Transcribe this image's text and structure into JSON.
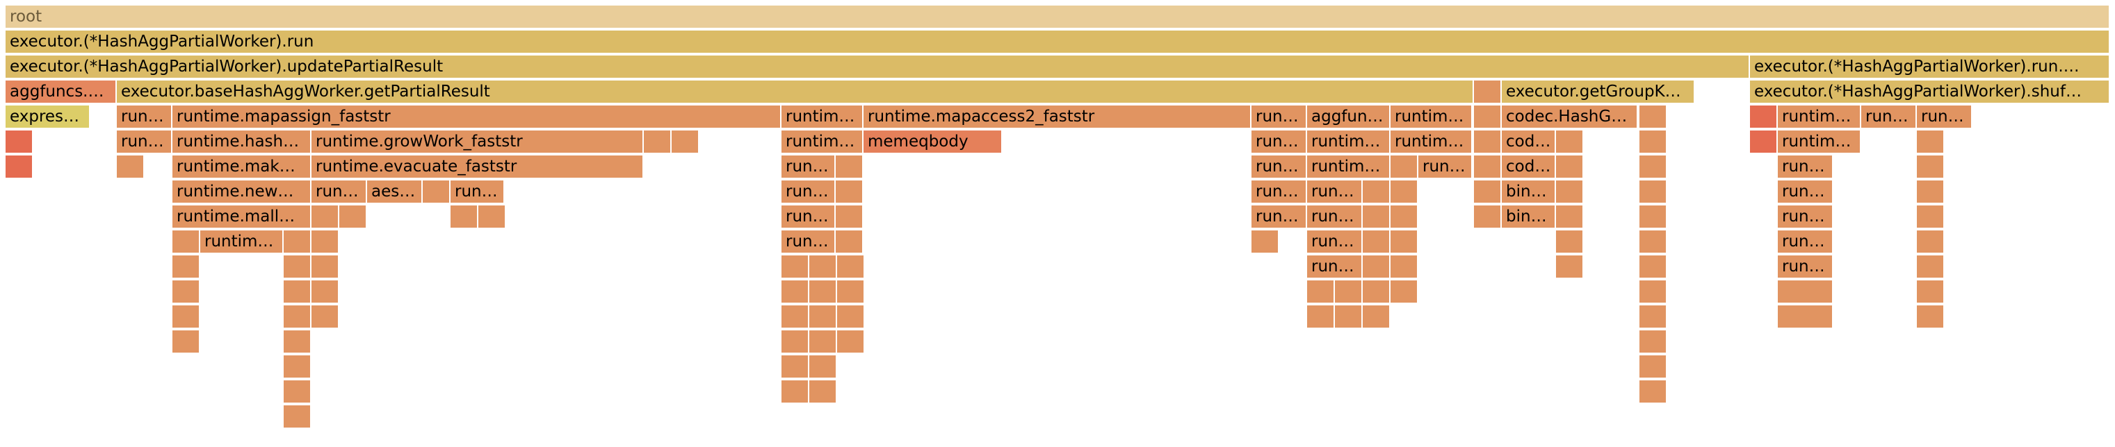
{
  "root_label": "root",
  "frames": [
    {
      "label": "executor.(*HashAggPartialWorker).run",
      "color": "#dbbb66"
    },
    {
      "label": "executor.(*HashAggPartialWorker).updatePartialResult",
      "color": "#dbbb66"
    },
    {
      "label": "executor.(*HashAggPartialWorker).run.…",
      "color": "#dbbb66"
    },
    {
      "label": "aggfuncs.…",
      "color": "#e5875e"
    },
    {
      "label": "executor.baseHashAggWorker.getPartialResult",
      "color": "#dbbb66"
    },
    {
      "label": "executor.getGroupK…",
      "color": "#dbbb66"
    },
    {
      "label": "executor.(*HashAggPartialWorker).shuf…",
      "color": "#dbbb66"
    },
    {
      "label": "expres…",
      "color": "#dccd68"
    },
    {
      "label": "run…",
      "color": "#e19461"
    },
    {
      "label": "runtime.mapassign_faststr",
      "color": "#e19461"
    },
    {
      "label": "runtim…",
      "color": "#e19461"
    },
    {
      "label": "runtime.mapaccess2_faststr",
      "color": "#e19461"
    },
    {
      "label": "run…",
      "color": "#e19461"
    },
    {
      "label": "aggfun…",
      "color": "#e19461"
    },
    {
      "label": "runtim…",
      "color": "#e19461"
    },
    {
      "label": "codec.HashG…",
      "color": "#e19461"
    },
    {
      "label": "runtim…",
      "color": "#e19461"
    },
    {
      "label": "run…",
      "color": "#e19461"
    },
    {
      "label": "run…",
      "color": "#e19461"
    },
    {
      "label": "run…",
      "color": "#e19461"
    },
    {
      "label": "runtime.hash…",
      "color": "#e19461"
    },
    {
      "label": "runtime.growWork_faststr",
      "color": "#e19461"
    },
    {
      "label": "runtim…",
      "color": "#e19461"
    },
    {
      "label": "memeqbody",
      "color": "#e5805a"
    },
    {
      "label": "run…",
      "color": "#e19461"
    },
    {
      "label": "runtim…",
      "color": "#e19461"
    },
    {
      "label": "runtim…",
      "color": "#e19461"
    },
    {
      "label": "cod…",
      "color": "#e19461"
    },
    {
      "label": "runtim…",
      "color": "#e19461"
    },
    {
      "label": "runtime.mak…",
      "color": "#e19461"
    },
    {
      "label": "runtime.evacuate_faststr",
      "color": "#e19461"
    },
    {
      "label": "run…",
      "color": "#e19461"
    },
    {
      "label": "run…",
      "color": "#e19461"
    },
    {
      "label": "runtim…",
      "color": "#e19461"
    },
    {
      "label": "run…",
      "color": "#e19461"
    },
    {
      "label": "cod…",
      "color": "#e19461"
    },
    {
      "label": "run…",
      "color": "#e19461"
    },
    {
      "label": "runtime.new…",
      "color": "#e19461"
    },
    {
      "label": "run…",
      "color": "#e19461"
    },
    {
      "label": "aes…",
      "color": "#e19461"
    },
    {
      "label": "run…",
      "color": "#e19461"
    },
    {
      "label": "run…",
      "color": "#e19461"
    },
    {
      "label": "run…",
      "color": "#e19461"
    },
    {
      "label": "run…",
      "color": "#e19461"
    },
    {
      "label": "bin…",
      "color": "#e19461"
    },
    {
      "label": "run…",
      "color": "#e19461"
    },
    {
      "label": "runtime.mall…",
      "color": "#e19461"
    },
    {
      "label": "run…",
      "color": "#e19461"
    },
    {
      "label": "run…",
      "color": "#e19461"
    },
    {
      "label": "run…",
      "color": "#e19461"
    },
    {
      "label": "bin…",
      "color": "#e19461"
    },
    {
      "label": "run…",
      "color": "#e19461"
    },
    {
      "label": "runtim…",
      "color": "#e19461"
    },
    {
      "label": "run…",
      "color": "#e19461"
    },
    {
      "label": "run…",
      "color": "#e19461"
    },
    {
      "label": "run…",
      "color": "#e19461"
    },
    {
      "label": "run…",
      "color": "#e19461"
    },
    {
      "label": "run…",
      "color": "#e19461"
    }
  ],
  "colors": {
    "root": "#e9cd99",
    "gold": "#dbbb66",
    "orange": "#e19461",
    "red": "#e56b50",
    "yellow": "#dccd68"
  }
}
